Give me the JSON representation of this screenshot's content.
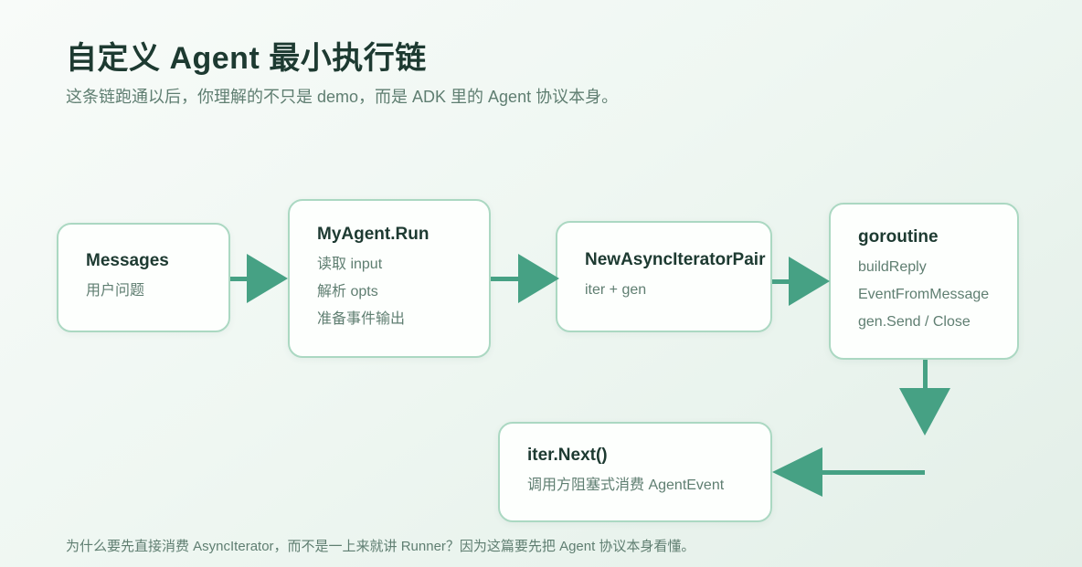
{
  "page": {
    "title": "自定义 Agent 最小执行链",
    "subtitle": "这条链跑通以后，你理解的不只是 demo，而是 ADK 里的 Agent 协议本身。",
    "footnote": "为什么要先直接消费 AsyncIterator，而不是一上来就讲 Runner？因为这篇要先把 Agent 协议本身看懂。"
  },
  "colors": {
    "accent_green": "#46a184",
    "box_border": "#abd8c2",
    "heading_text": "#1d3a31",
    "secondary_text": "#5f7e71",
    "box_background": "#fdfffd",
    "page_background_start": "#f8fbf9",
    "page_background_end": "#e3efe8"
  },
  "nodes": [
    {
      "id": "messages",
      "title": "Messages",
      "lines": [
        "用户问题"
      ]
    },
    {
      "id": "myagent-run",
      "title": "MyAgent.Run",
      "lines": [
        "读取 input",
        "解析 opts",
        "准备事件输出"
      ]
    },
    {
      "id": "new-async-iterator-pair",
      "title": "NewAsyncIteratorPair",
      "lines": [
        "iter + gen"
      ]
    },
    {
      "id": "goroutine",
      "title": "goroutine",
      "lines": [
        "buildReply",
        "EventFromMessage",
        "gen.Send / Close"
      ]
    },
    {
      "id": "iter-next",
      "title": "iter.Next()",
      "lines": [
        "调用方阻塞式消费 AgentEvent"
      ]
    }
  ]
}
